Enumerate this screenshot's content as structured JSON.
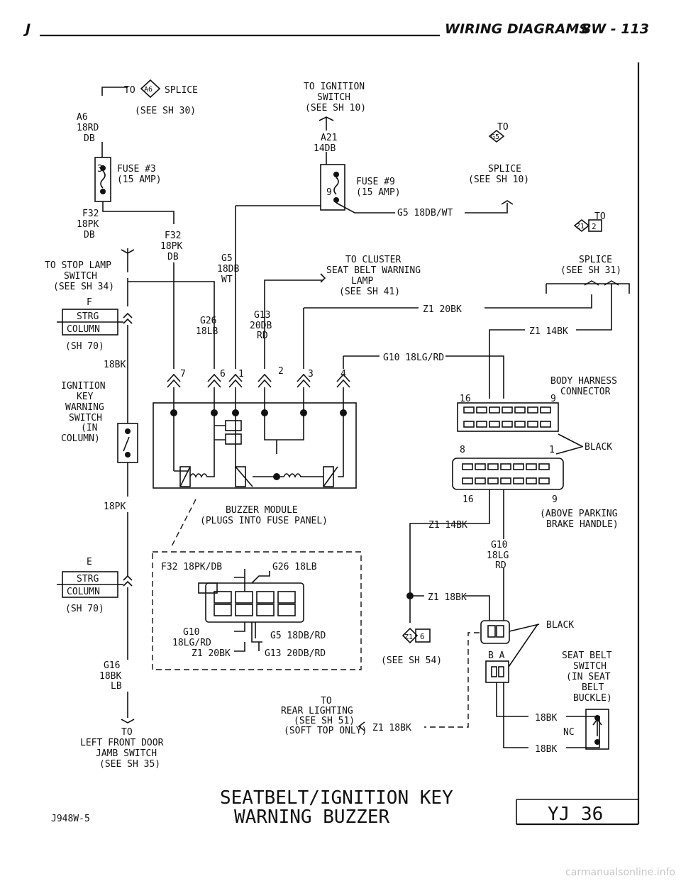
{
  "header": {
    "left": "J",
    "title": "WIRING DIAGRAMS",
    "section": "8W - 113"
  },
  "labels": {
    "to_a6_to": "TO",
    "a6": "A6",
    "a6_splice": "SPLICE",
    "a6_see": "(SEE SH 30)",
    "a6_wire": [
      "A6",
      "18RD",
      "DB"
    ],
    "fuse3": [
      "FUSE #3",
      "(15 AMP)"
    ],
    "fuse3_pin": "3",
    "f32_left": [
      "F32",
      "18PK",
      "DB"
    ],
    "f32_right": [
      "F32",
      "18PK",
      "DB"
    ],
    "stop_lamp": [
      "TO STOP LAMP",
      "SWITCH",
      "(SEE SH 34)"
    ],
    "strg_f": "F",
    "strg_e": "E",
    "strg_box": [
      "STRG",
      "COLUMN"
    ],
    "sh70_f": "(SH 70)",
    "sh70_e": "(SH 70)",
    "w18bk": "18BK",
    "w18pk": "18PK",
    "ign_key": [
      "IGNITION",
      "KEY",
      "WARNING",
      "SWITCH",
      "(IN",
      "COLUMN)"
    ],
    "g16": [
      "G16",
      "18BK",
      "LB"
    ],
    "left_door": [
      "TO",
      "LEFT FRONT DOOR",
      "JAMB SWITCH",
      "(SEE SH 35)"
    ],
    "ign_switch": [
      "TO IGNITION",
      "SWITCH",
      "(SEE SH 10)"
    ],
    "a21": [
      "A21",
      "14DB"
    ],
    "fuse9": [
      "FUSE #9",
      "(15 AMP)"
    ],
    "fuse9_pin": "9",
    "g5_wt": "G5 18DB/WT",
    "g5_to": "TO",
    "g5": "G5",
    "g5_splice": [
      "SPLICE",
      "(SEE SH 10)"
    ],
    "g5_wire": [
      "G5",
      "18DB",
      "WT"
    ],
    "g26": [
      "G26",
      "18LB"
    ],
    "g13": [
      "G13",
      "20DB",
      "RD"
    ],
    "cluster": [
      "TO CLUSTER",
      "SEAT BELT WARNING",
      "LAMP",
      "(SEE SH 41)"
    ],
    "z1_20bk": "Z1 20BK",
    "z1_14bk_top": "Z1 14BK",
    "g10_rd": "G10 18LG/RD",
    "z12_to": "TO",
    "z12_a": "Z1",
    "z12_b": "2",
    "z12_splice": [
      "SPLICE",
      "(SEE SH 31)"
    ],
    "pins": [
      "7",
      "6",
      "1",
      "2",
      "3",
      "4"
    ],
    "body_harness": [
      "BODY HARNESS",
      "CONNECTOR"
    ],
    "conn_16a": "16",
    "conn_9a": "9",
    "conn_8": "8",
    "conn_1": "1",
    "conn_16b": "16",
    "conn_9b": "9",
    "black1": "BLACK",
    "above_park": [
      "(ABOVE PARKING",
      "BRAKE HANDLE)"
    ],
    "z1_14bk_mid": "Z1 14BK",
    "g10_wire": [
      "G10",
      "18LG",
      "RD"
    ],
    "buzzer": [
      "BUZZER MODULE",
      "(PLUGS INTO FUSE PANEL)"
    ],
    "plug_f32": "F32 18PK/DB",
    "plug_g26": "G26 18LB",
    "plug_g10": [
      "G10",
      "18LG/RD"
    ],
    "plug_g5": "G5 18DB/RD",
    "plug_z1": "Z1 20BK",
    "plug_g13": "G13 20DB/RD",
    "z1_18bk": "Z1 18BK",
    "z16_a": "Z1",
    "z16_b": "6",
    "see_sh54": "(SEE SH 54)",
    "black2": "BLACK",
    "ba": "B A",
    "seat_belt": [
      "SEAT BELT",
      "SWITCH",
      "(IN SEAT",
      "BELT",
      "BUCKLE)"
    ],
    "rear_light": [
      "TO",
      "REAR LIGHTING",
      "(SEE SH 51)",
      "(SOFT TOP ONLY)"
    ],
    "z1_18bk_dash": "Z1 18BK",
    "sb_18bk_a": "18BK",
    "sb_nc": "NC",
    "sb_18bk_b": "18BK"
  },
  "footer": {
    "title_line1": "SEATBELT/IGNITION KEY",
    "title_line2": "WARNING BUZZER",
    "code": "J948W-5",
    "page": "YJ  36"
  },
  "watermark": "carmanualsonline.info"
}
